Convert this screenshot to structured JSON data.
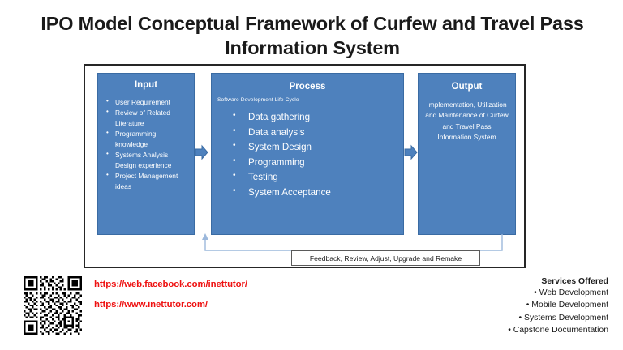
{
  "title": "IPO Model Conceptual Framework of Curfew and Travel Pass Information System",
  "diagram": {
    "input": {
      "heading": "Input",
      "items": [
        "User Requirement",
        "Review of Related Literature",
        "Programming knowledge",
        "Systems Analysis Design experience",
        "Project Management ideas"
      ]
    },
    "process": {
      "heading": "Process",
      "subtitle": "Software Development  Life Cycle",
      "items": [
        "Data gathering",
        "Data analysis",
        "System Design",
        "Programming",
        "Testing",
        "System Acceptance"
      ]
    },
    "output": {
      "heading": "Output",
      "text": "Implementation, Utilization and Maintenance of Curfew and Travel Pass Information System"
    },
    "feedback": {
      "label": "Feedback, Review, Adjust, Upgrade and Remake"
    },
    "colors": {
      "box_fill": "#4E81BD",
      "box_border": "#3A6BA3",
      "frame_border": "#262626",
      "arrow_fill": "#4E81BD",
      "loop_line": "#9CB8DC"
    }
  },
  "footer": {
    "urls": [
      "https://web.facebook.com/inettutor/",
      "https://www.inettutor.com/"
    ],
    "url_color": "#EE1111",
    "services": {
      "title": "Services Offered",
      "items": [
        "Web Development",
        "Mobile Development",
        "Systems Development",
        "Capstone Documentation"
      ]
    },
    "qr_label": "qr-code"
  }
}
